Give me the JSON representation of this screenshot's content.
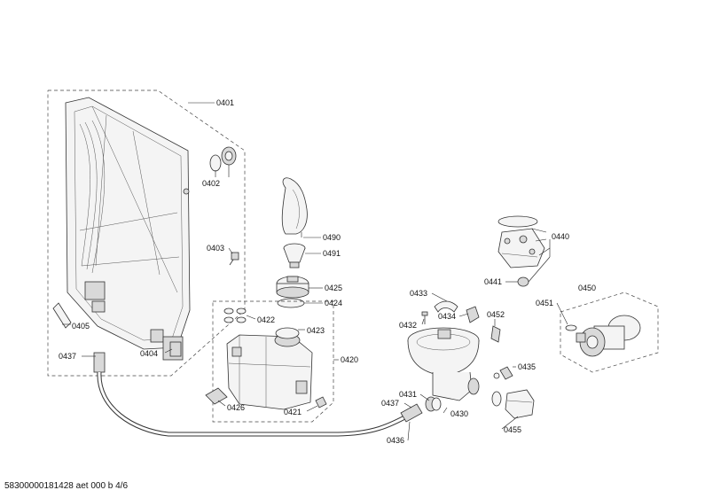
{
  "labels": {
    "p0401": "0401",
    "p0402": "0402",
    "p0403": "0403",
    "p0404": "0404",
    "p0405": "0405",
    "p0437a": "0437",
    "p0490": "0490",
    "p0491": "0491",
    "p0425": "0425",
    "p0424": "0424",
    "p0422": "0422",
    "p0423": "0423",
    "p0420": "0420",
    "p0426": "0426",
    "p0421": "0421",
    "p0433": "0433",
    "p0432": "0432",
    "p0434": "0434",
    "p0452": "0452",
    "p0440": "0440",
    "p0441": "0441",
    "p0450": "0450",
    "p0451": "0451",
    "p0435": "0435",
    "p0431": "0431",
    "p0437b": "0437",
    "p0430": "0430",
    "p0436": "0436",
    "p0455": "0455"
  },
  "footer": "58300000181428 aet 000 b 4/6"
}
